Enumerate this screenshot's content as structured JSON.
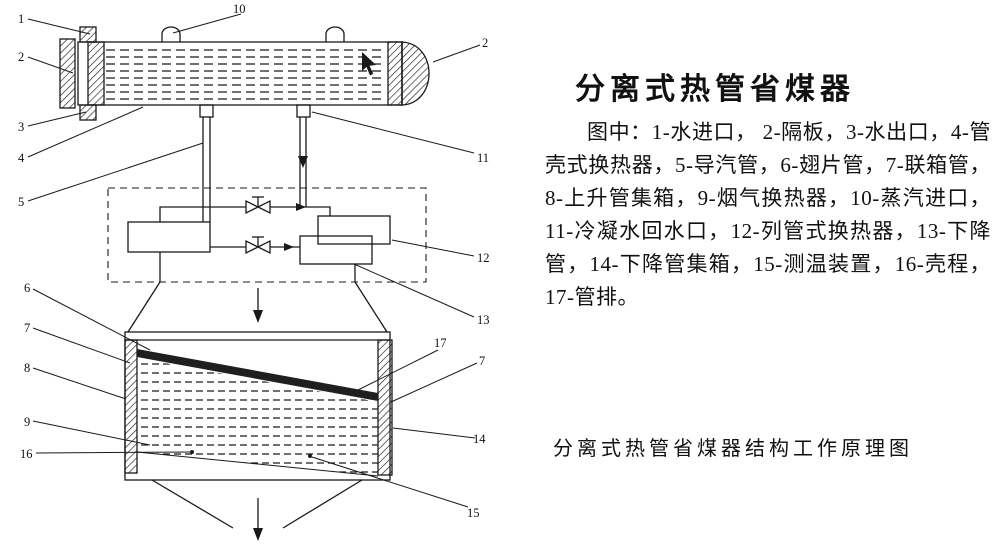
{
  "colors": {
    "ink": "#1a1a1a",
    "background": "#ffffff"
  },
  "panel": {
    "title": "分离式热管省煤器",
    "legend": "图中：1-水进口， 2-隔板，3-水出口，4-管壳式换热器，5-导汽管，6-翅片管，7-联箱管，8-上升管集箱，9-烟气换热器，10-蒸汽进口，11-冷凝水回水口，12-列管式换热器，13-下降管，14-下降管集箱，15-测温装置，16-壳程，17-管排。",
    "caption": "分离式热管省煤器结构工作原理图"
  },
  "diagram": {
    "callouts": {
      "water_inlet": "1",
      "baffle_left": "2",
      "water_outlet": "3",
      "shell_tube_hx": "4",
      "steam_pipe": "5",
      "steam_inlet": "10",
      "baffle_right": "2",
      "condensate_return": "11",
      "tube_bundle_hx": "12",
      "downcomer": "13",
      "finned_tube": "6",
      "header_pipe_left": "7",
      "riser_header": "8",
      "flue_gas_hx": "9",
      "shell_side": "16",
      "tube_rows": "17",
      "header_pipe_right": "7",
      "downcomer_header": "14",
      "temp_device": "15"
    }
  }
}
